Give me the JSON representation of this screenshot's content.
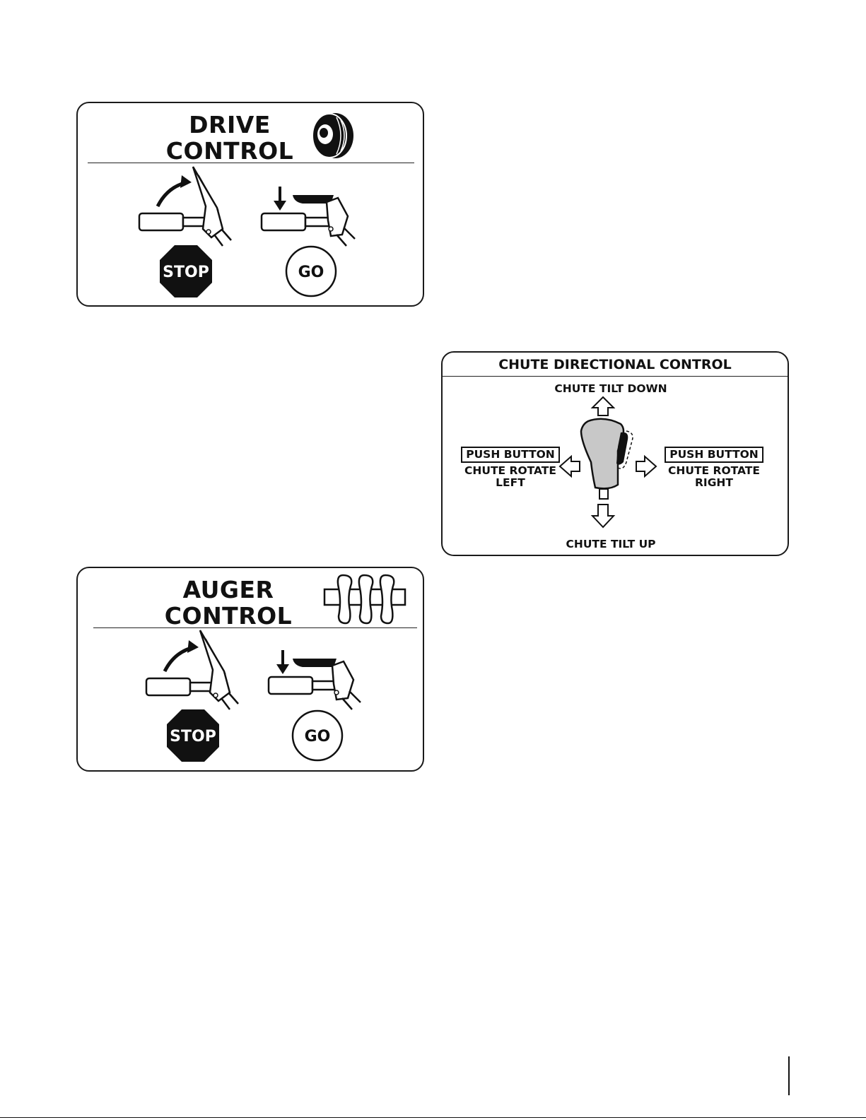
{
  "drive_panel": {
    "title_line1": "DRIVE",
    "title_line2": "CONTROL",
    "icon": "wheel-icon",
    "stop_label": "STOP",
    "go_label": "GO"
  },
  "auger_panel": {
    "title_line1": "AUGER",
    "title_line2": "CONTROL",
    "icon": "auger-icon",
    "stop_label": "STOP",
    "go_label": "GO"
  },
  "chute_panel": {
    "title": "CHUTE DIRECTIONAL CONTROL",
    "tilt_down": "CHUTE TILT DOWN",
    "tilt_up": "CHUTE TILT UP",
    "left_button": "PUSH BUTTON",
    "left_line1": "CHUTE ROTATE",
    "left_line2": "LEFT",
    "right_button": "PUSH BUTTON",
    "right_line1": "CHUTE ROTATE",
    "right_line2": "RIGHT",
    "icon": "joystick-icon"
  },
  "colors": {
    "ink": "#111111",
    "joystick_fill": "#c8c8c8"
  }
}
